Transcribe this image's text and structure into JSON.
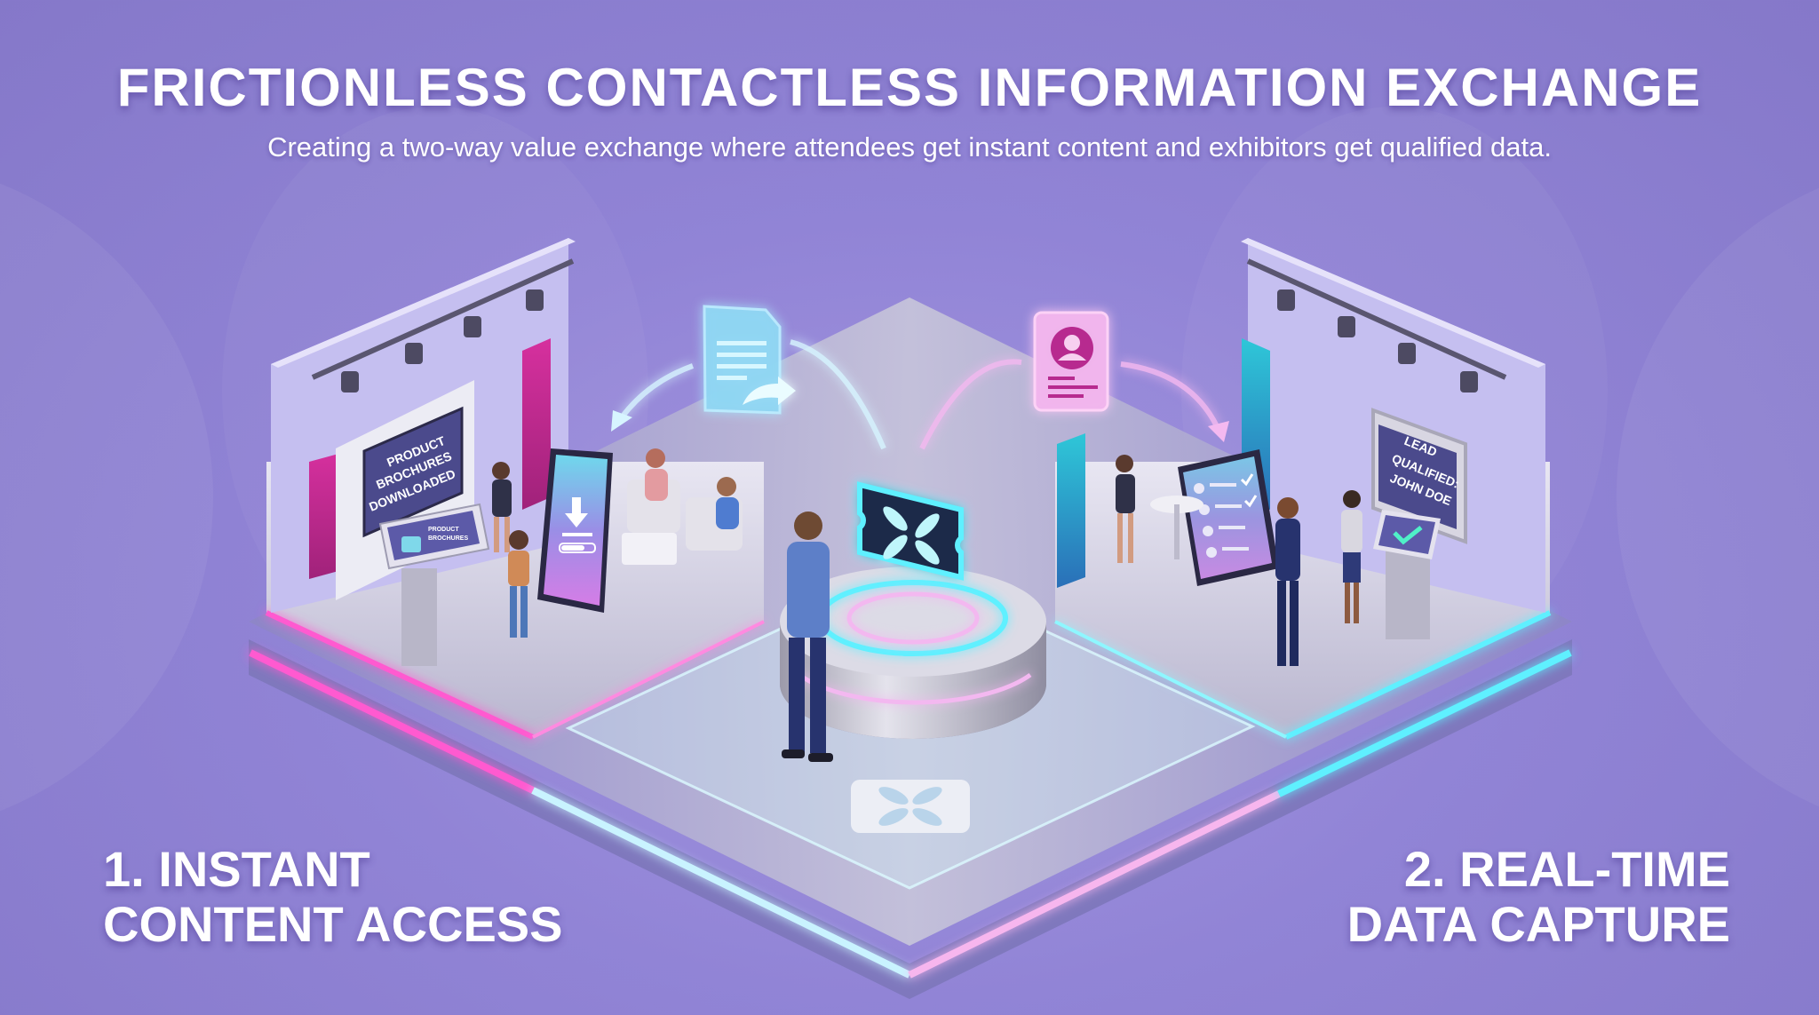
{
  "header": {
    "title": "FRICTIONLESS CONTACTLESS INFORMATION EXCHANGE",
    "subtitle": "Creating a two-way value exchange where attendees get instant content and exhibitors get qualified data."
  },
  "captions": {
    "left": {
      "line1": "1. INSTANT",
      "line2": "CONTENT ACCESS"
    },
    "right": {
      "line1": "2. REAL-TIME",
      "line2": "DATA CAPTURE"
    }
  },
  "left_booth": {
    "wall_screen": {
      "line1": "PRODUCT",
      "line2": "BROCHURES",
      "line3": "DOWNLOADED"
    },
    "kiosk_screen": {
      "line1": "PRODUCT",
      "line2": "BROCHURES"
    },
    "phone_icon": "download-icon",
    "accent_color": "#e040b0"
  },
  "right_booth": {
    "wall_screen": {
      "line1": "LEAD",
      "line2": "QUALIFIED:",
      "line3": "JOHN DOE"
    },
    "kiosk_icon": "checkmark-icon",
    "tablet_icon": "checklist-icon",
    "accent_color": "#3fd6e8"
  },
  "center": {
    "logo_icon": "butterfly-logo-icon",
    "floating_left_icon": "document-share-icon",
    "floating_right_icon": "contact-card-icon"
  },
  "colors": {
    "background": "#8d80d2",
    "magenta_glow": "#ff5ad0",
    "cyan_glow": "#5ff0ff",
    "title_text": "#ffffff"
  }
}
